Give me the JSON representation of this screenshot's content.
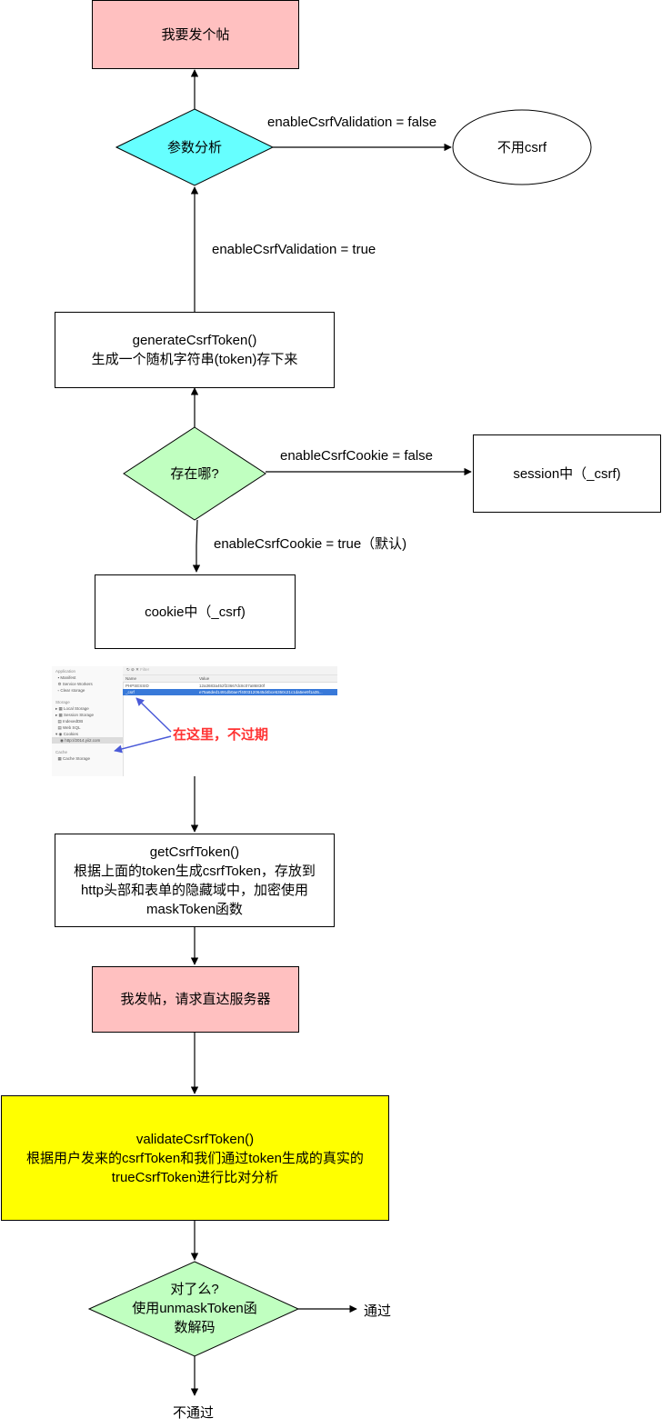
{
  "nodes": {
    "start": "我要发个帖",
    "param": "参数分析",
    "no_csrf": "不用csrf",
    "generate_line1": "generateCsrfToken()",
    "generate_line2": "生成一个随机字符串(token)存下来",
    "store": "存在哪?",
    "session": "session中（_csrf)",
    "cookie": "cookie中（_csrf)",
    "get_line1": "getCsrfToken()",
    "get_line2": "根据上面的token生成csrfToken，存放到",
    "get_line3": "http头部和表单的隐藏域中，加密使用",
    "get_line4": "maskToken函数",
    "post": "我发帖，请求直达服务器",
    "validate_line1": "validateCsrfToken()",
    "validate_line2": "根据用户发来的csrfToken和我们通过token生成的真实的",
    "validate_line3": "trueCsrfToken进行比对分析",
    "check_line1": "对了么?",
    "check_line2": "使用unmaskToken函",
    "check_line3": "数解码",
    "pass": "通过",
    "fail": "不通过"
  },
  "edges": {
    "validation_false": "enableCsrfValidation = false",
    "validation_true": "enableCsrfValidation = true",
    "cookie_false": "enableCsrfCookie = false",
    "cookie_true": "enableCsrfCookie = true（默认)"
  },
  "screenshot": {
    "callout": "在这里，不过期",
    "sidebar": {
      "application": "Application",
      "manifest": "Manifest",
      "service_workers": "Service Workers",
      "clear_storage": "Clear storage",
      "storage": "Storage",
      "local_storage": "Local Storage",
      "session_storage": "Session Storage",
      "indexeddb": "IndexedDB",
      "web_sql": "Web SQL",
      "cookies": "Cookies",
      "cookie_host": "http://2014.yii2.com",
      "cache": "Cache",
      "cache_storage": "Cache Storage"
    },
    "toolbar": {
      "filter_placeholder": "Filter"
    },
    "table": {
      "col_name": "Name",
      "col_value": "Value",
      "row1_name": "PHPSESSID",
      "row1_value": "12a3683a452f23667dc8c07a86830f",
      "row2_name": "_csrf",
      "row2_value": "e75a6ded1491db0ae7f4003120645d4bce5350c21c1da5ee9f1a35..."
    }
  },
  "colors": {
    "pink": "#ffc0c0",
    "cyan": "#66ffff",
    "green": "#c0ffc0",
    "yellow": "#ffff00",
    "arrow": "#000000",
    "callout": "#ff3333",
    "callout_arrow": "#4a5ad8"
  }
}
